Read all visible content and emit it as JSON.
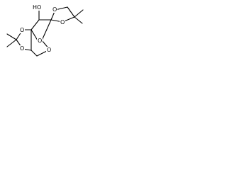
{
  "molecule": {
    "atoms": {
      "ho": "HO",
      "o_top_left": "O",
      "o_top_right": "O",
      "o_left": "O",
      "o_ring": "O",
      "o_bottom_left": "O",
      "o_bottom_right": "O"
    },
    "colors": {
      "bond": "#000000",
      "background": "#ffffff"
    }
  }
}
